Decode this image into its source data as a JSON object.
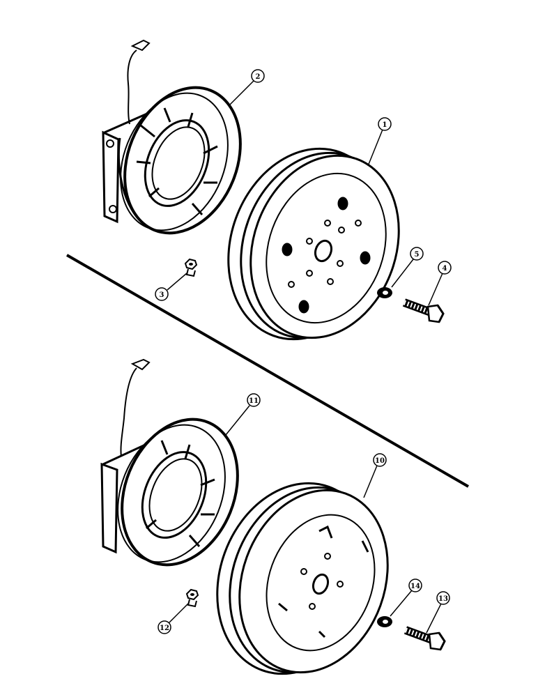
{
  "callouts": {
    "c1": "1",
    "c2": "2",
    "c3": "3",
    "c4": "4",
    "c5": "5",
    "c10": "10",
    "c11": "11",
    "c12": "12",
    "c13": "13",
    "c14": "14"
  }
}
